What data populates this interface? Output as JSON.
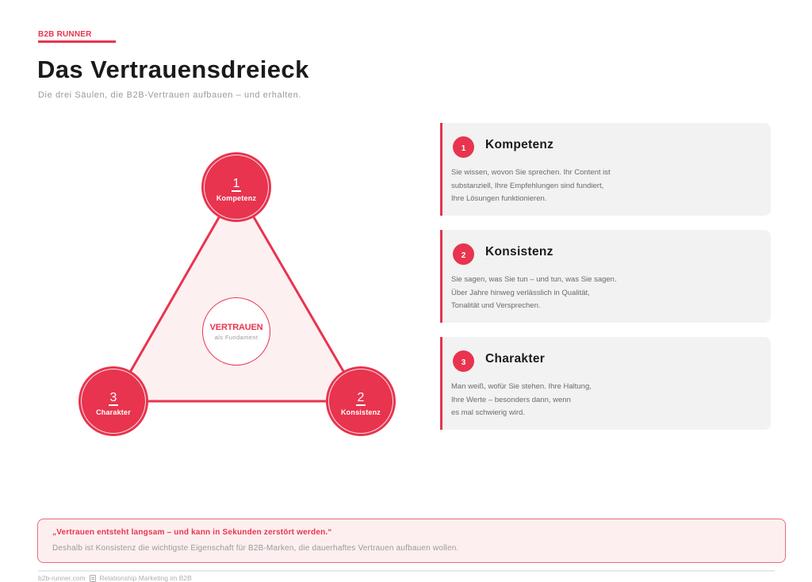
{
  "header": {
    "brand": "B2B RUNNER",
    "title": "Das Vertrauensdreieck",
    "subtitle": "Die drei Säulen, die B2B-Vertrauen aufbauen – und erhalten."
  },
  "diagram": {
    "nodes": [
      {
        "number": "1",
        "label": "Kompetenz"
      },
      {
        "number": "2",
        "label": "Konsistenz"
      },
      {
        "number": "3",
        "label": "Charakter"
      }
    ],
    "center": {
      "title": "VERTRAUEN",
      "subtitle": "als Fundament"
    }
  },
  "cards": [
    {
      "number": "1",
      "title": "Kompetenz",
      "body": "Sie wissen, wovon Sie sprechen. Ihr Content ist\nsubstanziell, Ihre Empfehlungen sind fundiert,\nIhre Lösungen funktionieren."
    },
    {
      "number": "2",
      "title": "Konsistenz",
      "body": "Sie sagen, was Sie tun – und tun, was Sie sagen.\nÜber Jahre hinweg verlässlich in Qualität,\nTonalität und Versprechen."
    },
    {
      "number": "3",
      "title": "Charakter",
      "body": "Man weiß, wofür Sie stehen. Ihre Haltung,\nIhre Werte – besonders dann, wenn\nes mal schwierig wird."
    }
  ],
  "quote": {
    "main": "„Vertrauen entsteht langsam – und kann in Sekunden zerstört werden.“",
    "sub": "Deshalb ist Konsistenz die wichtigste Eigenschaft für B2B-Marken, die dauerhaftes Vertrauen aufbauen wollen."
  },
  "footer": {
    "site": "b2b-runner.com",
    "icon": "document-icon",
    "tagline": "Relationship Marketing im B2B"
  },
  "colors": {
    "accent": "#e8344e",
    "triangle_fill": "#fdf0f1",
    "card_bg": "#f2f2f2",
    "quote_bg": "#fdeff0"
  }
}
